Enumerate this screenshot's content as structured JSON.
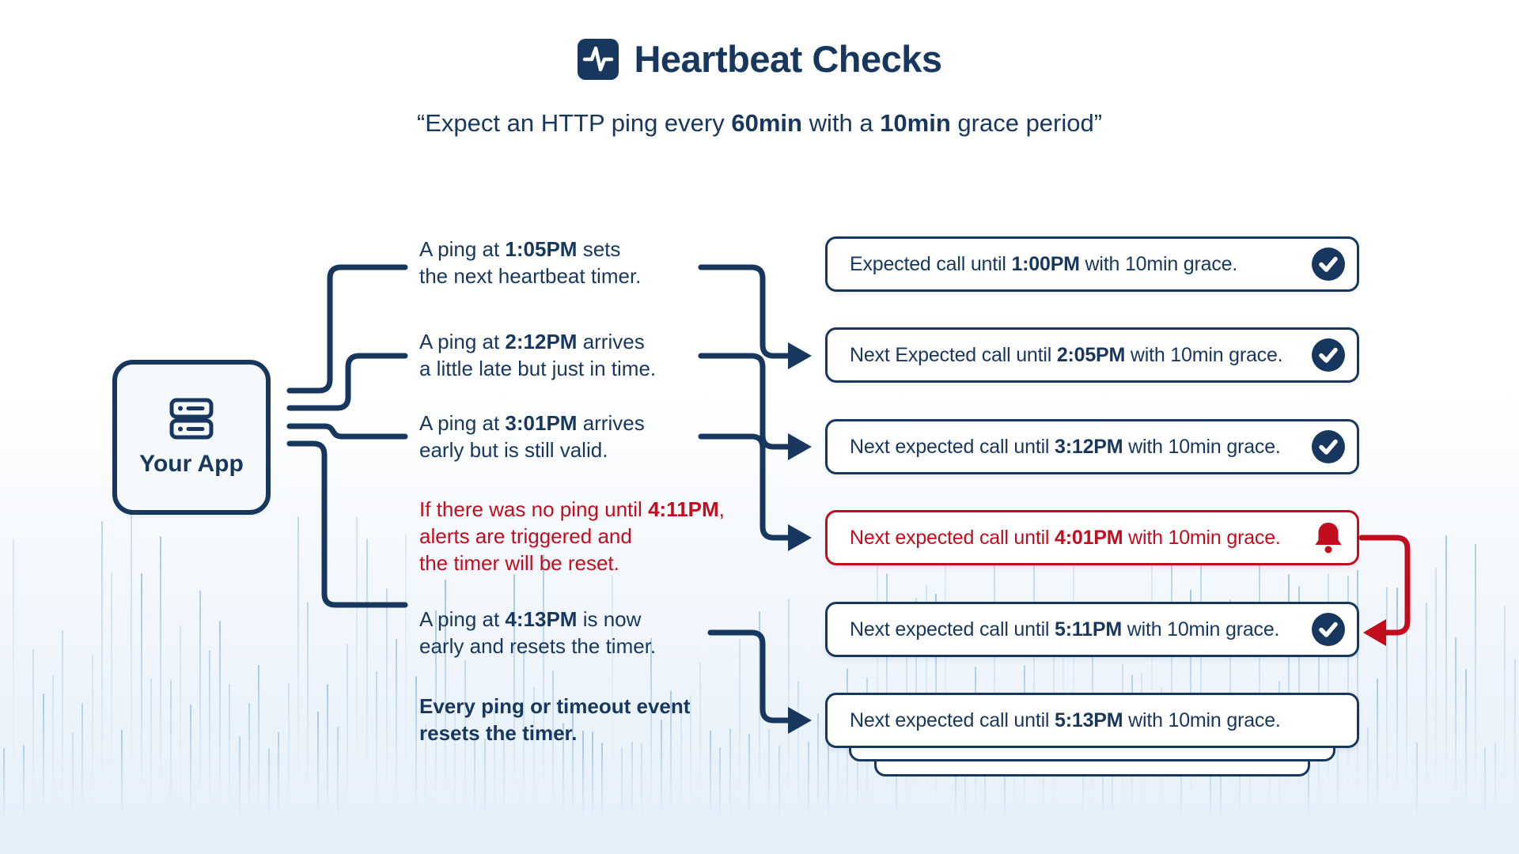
{
  "colors": {
    "navy": "#17375f",
    "red": "#c20d1e",
    "app_box_bg": "#f6f9fc",
    "box_bg": "#ffffff",
    "wave_blue": "#6fa6d2"
  },
  "title": {
    "text": "Heartbeat Checks",
    "icon": "heartbeat-pulse-icon"
  },
  "subtitle": {
    "segments": [
      {
        "text": "“Expect an HTTP ping every ",
        "bold": false
      },
      {
        "text": "60min",
        "bold": true
      },
      {
        "text": " with a ",
        "bold": false
      },
      {
        "text": "10min",
        "bold": true
      },
      {
        "text": " grace period”",
        "bold": false
      }
    ]
  },
  "app_box": {
    "label": "Your App",
    "icon": "server-icon"
  },
  "annotations": [
    {
      "variant": "default",
      "lines": [
        [
          {
            "text": "A ping at ",
            "bold": false
          },
          {
            "text": "1:05PM",
            "bold": true
          },
          {
            "text": " sets",
            "bold": false
          }
        ],
        [
          {
            "text": "the next heartbeat timer.",
            "bold": false
          }
        ]
      ]
    },
    {
      "variant": "default",
      "lines": [
        [
          {
            "text": "A ping at ",
            "bold": false
          },
          {
            "text": "2:12PM",
            "bold": true
          },
          {
            "text": " arrives",
            "bold": false
          }
        ],
        [
          {
            "text": "a little late but just in time.",
            "bold": false
          }
        ]
      ]
    },
    {
      "variant": "default",
      "lines": [
        [
          {
            "text": "A ping at ",
            "bold": false
          },
          {
            "text": "3:01PM",
            "bold": true
          },
          {
            "text": " arrives",
            "bold": false
          }
        ],
        [
          {
            "text": "early but is still valid.",
            "bold": false
          }
        ]
      ]
    },
    {
      "variant": "alert",
      "lines": [
        [
          {
            "text": "If there was no ping until ",
            "bold": false
          },
          {
            "text": "4:11PM",
            "bold": true
          },
          {
            "text": ",",
            "bold": false
          }
        ],
        [
          {
            "text": "alerts are triggered and",
            "bold": false
          }
        ],
        [
          {
            "text": "the timer will be reset.",
            "bold": false
          }
        ]
      ]
    },
    {
      "variant": "default",
      "lines": [
        [
          {
            "text": "A ping at ",
            "bold": false
          },
          {
            "text": "4:13PM",
            "bold": true
          },
          {
            "text": " is now",
            "bold": false
          }
        ],
        [
          {
            "text": "early and resets the timer.",
            "bold": false
          }
        ]
      ]
    },
    {
      "variant": "emphasis",
      "lines": [
        [
          {
            "text": "Every ping or timeout event",
            "bold": true
          }
        ],
        [
          {
            "text": "resets the timer.",
            "bold": true
          }
        ]
      ]
    }
  ],
  "status_boxes": [
    {
      "variant": "ok",
      "icon": "check-circle-icon",
      "segments": [
        {
          "text": "Expected call until ",
          "bold": false
        },
        {
          "text": "1:00PM",
          "bold": true
        },
        {
          "text": " with 10min grace.",
          "bold": false
        }
      ]
    },
    {
      "variant": "ok",
      "icon": "check-circle-icon",
      "segments": [
        {
          "text": "Next Expected call until ",
          "bold": false
        },
        {
          "text": "2:05PM",
          "bold": true
        },
        {
          "text": " with 10min grace.",
          "bold": false
        }
      ]
    },
    {
      "variant": "ok",
      "icon": "check-circle-icon",
      "segments": [
        {
          "text": "Next expected call until ",
          "bold": false
        },
        {
          "text": "3:12PM",
          "bold": true
        },
        {
          "text": " with 10min grace.",
          "bold": false
        }
      ]
    },
    {
      "variant": "alert",
      "icon": "bell-icon",
      "segments": [
        {
          "text": "Next expected call until ",
          "bold": false
        },
        {
          "text": "4:01PM",
          "bold": true
        },
        {
          "text": " with 10min grace.",
          "bold": false
        }
      ]
    },
    {
      "variant": "ok",
      "icon": "check-circle-icon",
      "segments": [
        {
          "text": "Next expected call until ",
          "bold": false
        },
        {
          "text": "5:11PM",
          "bold": true
        },
        {
          "text": " with 10min grace.",
          "bold": false
        }
      ]
    },
    {
      "variant": "plain",
      "icon": null,
      "segments": [
        {
          "text": "Next expected call until ",
          "bold": false
        },
        {
          "text": "5:13PM",
          "bold": true
        },
        {
          "text": " with 10min grace.",
          "bold": false
        }
      ]
    }
  ]
}
